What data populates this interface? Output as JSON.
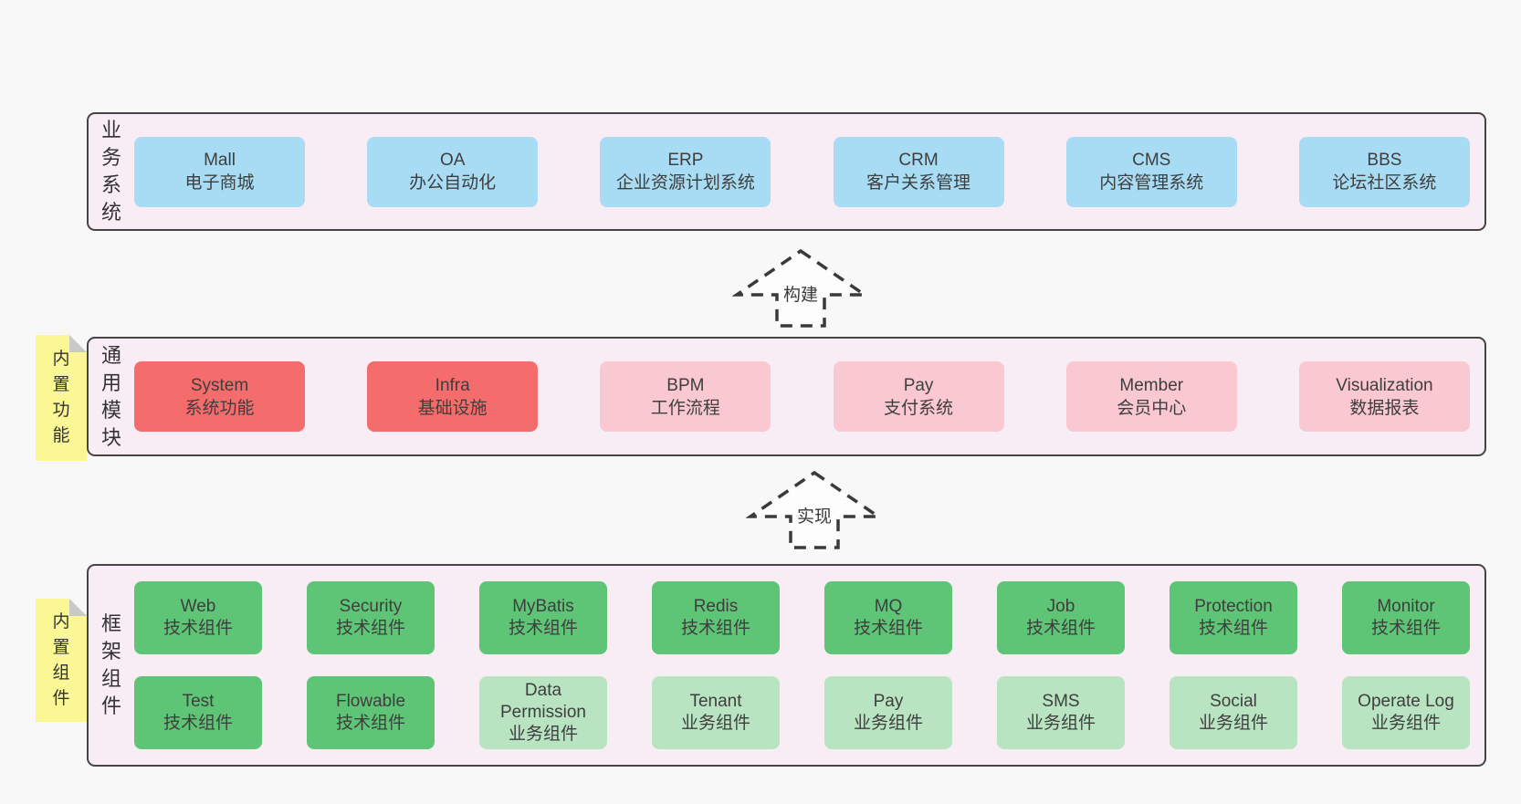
{
  "colors": {
    "page_bg": "#f8f8f8",
    "band_bg": "#f8edf5",
    "band_border": "#454545",
    "note_bg": "#fbf795",
    "note_fold": "#c9c9c9",
    "text": "#3e3e3e",
    "blue": "#a8dcf4",
    "red": "#f56c6c",
    "pink": "#fac8d1",
    "green": "#5ec577",
    "lightgreen": "#b9e4c1"
  },
  "bands": [
    {
      "label": "业务系统",
      "note": null,
      "rows": [
        [
          {
            "name": "Mall",
            "desc": "电子商城",
            "variant": "blue"
          },
          {
            "name": "OA",
            "desc": "办公自动化",
            "variant": "blue"
          },
          {
            "name": "ERP",
            "desc": "企业资源计划系统",
            "variant": "blue"
          },
          {
            "name": "CRM",
            "desc": "客户关系管理",
            "variant": "blue"
          },
          {
            "name": "CMS",
            "desc": "内容管理系统",
            "variant": "blue"
          },
          {
            "name": "BBS",
            "desc": "论坛社区系统",
            "variant": "blue"
          }
        ]
      ]
    },
    {
      "label": "通用模块",
      "note": "内置功能",
      "rows": [
        [
          {
            "name": "System",
            "desc": "系统功能",
            "variant": "red"
          },
          {
            "name": "Infra",
            "desc": "基础设施",
            "variant": "red"
          },
          {
            "name": "BPM",
            "desc": "工作流程",
            "variant": "pink"
          },
          {
            "name": "Pay",
            "desc": "支付系统",
            "variant": "pink"
          },
          {
            "name": "Member",
            "desc": "会员中心",
            "variant": "pink"
          },
          {
            "name": "Visualization",
            "desc": "数据报表",
            "variant": "pink"
          }
        ]
      ]
    },
    {
      "label": "框架组件",
      "note": "内置组件",
      "rows": [
        [
          {
            "name": "Web",
            "desc": "技术组件",
            "variant": "green"
          },
          {
            "name": "Security",
            "desc": "技术组件",
            "variant": "green"
          },
          {
            "name": "MyBatis",
            "desc": "技术组件",
            "variant": "green"
          },
          {
            "name": "Redis",
            "desc": "技术组件",
            "variant": "green"
          },
          {
            "name": "MQ",
            "desc": "技术组件",
            "variant": "green"
          },
          {
            "name": "Job",
            "desc": "技术组件",
            "variant": "green"
          },
          {
            "name": "Protection",
            "desc": "技术组件",
            "variant": "green"
          },
          {
            "name": "Monitor",
            "desc": "技术组件",
            "variant": "green"
          }
        ],
        [
          {
            "name": "Test",
            "desc": "技术组件",
            "variant": "green"
          },
          {
            "name": "Flowable",
            "desc": "技术组件",
            "variant": "green"
          },
          {
            "name": "Data Permission",
            "desc": "业务组件",
            "variant": "lightgreen"
          },
          {
            "name": "Tenant",
            "desc": "业务组件",
            "variant": "lightgreen"
          },
          {
            "name": "Pay",
            "desc": "业务组件",
            "variant": "lightgreen"
          },
          {
            "name": "SMS",
            "desc": "业务组件",
            "variant": "lightgreen"
          },
          {
            "name": "Social",
            "desc": "业务组件",
            "variant": "lightgreen"
          },
          {
            "name": "Operate Log",
            "desc": "业务组件",
            "variant": "lightgreen"
          }
        ]
      ]
    }
  ],
  "arrows": [
    {
      "label": "构建"
    },
    {
      "label": "实现"
    }
  ]
}
